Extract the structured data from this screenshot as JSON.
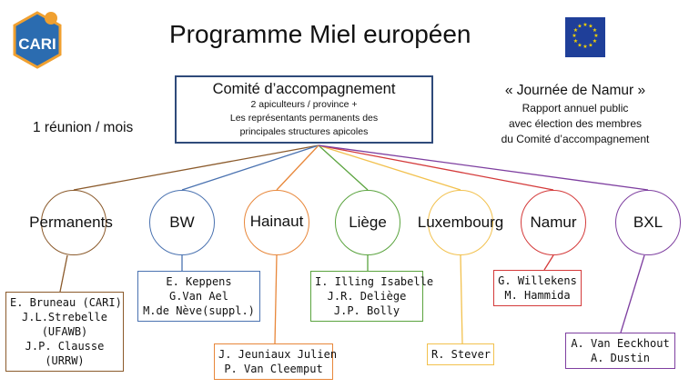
{
  "header": {
    "title": "Programme Miel européen",
    "logo_text": "CARI"
  },
  "committee": {
    "title": "Comité d’accompagnement",
    "lines": [
      "2 apiculteurs / province +",
      "Les représentants permanents des",
      "principales structures apicoles"
    ]
  },
  "meeting_note": "1 réunion / mois",
  "journee": {
    "title": "« Journée de Namur »",
    "lines": [
      "Rapport annuel public",
      "avec élection des membres",
      "du Comité d’accompagnement"
    ]
  },
  "colors": {
    "permanents": "#8b5a2b",
    "bw": "#4a72b0",
    "hainaut": "#e8873a",
    "liege": "#5aa33e",
    "luxembourg": "#f2c14e",
    "namur": "#d43a3a",
    "bxl": "#7e3fa0",
    "committee_border": "#2f4a7a"
  },
  "groups": {
    "permanents": {
      "label": "Permanents",
      "members": [
        "E. Bruneau (CARI)",
        "J.L.Strebelle",
        "(UFAWB)",
        "J.P. Clausse",
        "(URRW)"
      ]
    },
    "bw": {
      "label": "BW",
      "members": [
        "E. Keppens",
        "G.Van Ael",
        "M.de Nève(suppl.)"
      ]
    },
    "hainaut": {
      "label": "Hainaut",
      "members": [
        "J. Jeuniaux Julien",
        "P. Van Cleemput"
      ]
    },
    "liege": {
      "label": "Liège",
      "members": [
        "I. Illing Isabelle",
        "J.R. Deliège",
        "J.P. Bolly"
      ]
    },
    "luxembourg": {
      "label": "Luxembourg",
      "members": [
        "R. Stever"
      ]
    },
    "namur": {
      "label": "Namur",
      "members": [
        "G. Willekens",
        "M. Hammida"
      ]
    },
    "bxl": {
      "label": "BXL",
      "members": [
        "A. Van Eeckhout",
        "A. Dustin"
      ]
    }
  }
}
